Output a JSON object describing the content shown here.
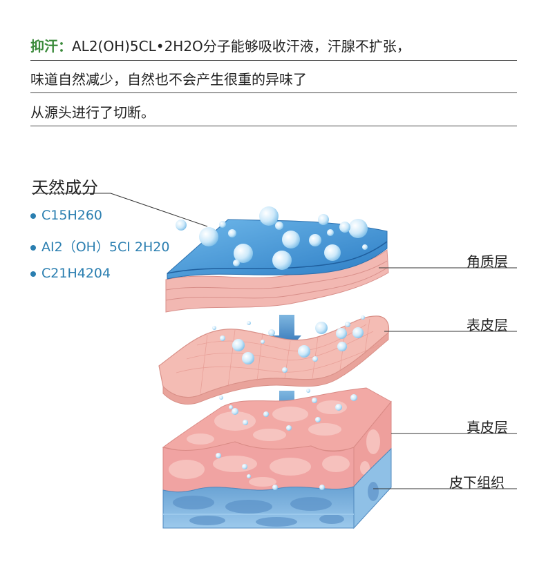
{
  "paragraph": {
    "line1_highlight": "抑汗：",
    "line1_text": "AL2(OH)5CL•2H2O分子能够吸收汗液，汗腺不扩张，",
    "line2_text": "味道自然减少，自然也不会产生很重的异味了",
    "line3_text": "从源头进行了切断。"
  },
  "ingredients": {
    "title": "天然成分",
    "items": [
      "C15H260",
      "AI2（OH）5CI 2H20",
      "C21H4204"
    ]
  },
  "layers": {
    "stratum_corneum": "角质层",
    "epidermis": "表皮层",
    "dermis": "真皮层",
    "subcutaneous": "皮下组织"
  },
  "colors": {
    "highlight": "#3a8a3a",
    "ingredient": "#2a7eb0",
    "skin": "#f2b3ae",
    "water_layer": "#3d8fd0",
    "arrow": "#2f80c4"
  }
}
